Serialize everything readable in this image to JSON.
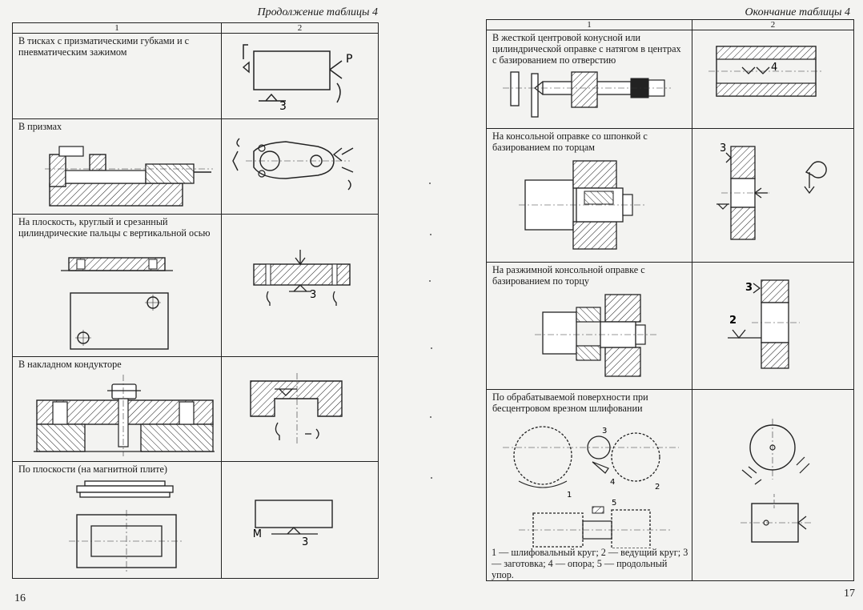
{
  "left_page": {
    "caption": "Продолжение таблицы 4",
    "columns": [
      "1",
      "2"
    ],
    "rows": [
      {
        "text": "В тисках с призматическими губками и с пневматическим зажимом",
        "labels": [
          "P",
          "3"
        ]
      },
      {
        "text": "В призмах",
        "labels": []
      },
      {
        "text": "На плоскость, круглый и срезанный цилиндрические пальцы с вертикальной осью",
        "labels": [
          "3"
        ]
      },
      {
        "text": "В накладном кондукторе",
        "labels": []
      },
      {
        "text": "По плоскости (на магнитной плите)",
        "labels": [
          "M",
          "3"
        ]
      }
    ],
    "page_number": "16"
  },
  "right_page": {
    "caption": "Окончание таблицы 4",
    "columns": [
      "1",
      "2"
    ],
    "rows": [
      {
        "text": "В жесткой центровой конусной или цилиндрической оправке с натягом в центрах с базированием по отверстию",
        "labels": [
          "4"
        ]
      },
      {
        "text": "На консольной оправке со шпонкой с базированием по торцам",
        "labels": [
          "3"
        ]
      },
      {
        "text": "На разжимной консольной оправке с базированием по торцу",
        "labels": [
          "3",
          "2"
        ]
      },
      {
        "text": "По обрабатываемой поверхности при бесцентровом врезном шлифовании",
        "labels": [
          "1",
          "2",
          "3",
          "4",
          "5"
        ]
      }
    ],
    "legend": "1 — шлифовальный круг; 2 — ведущий круг; 3 — заготовка; 4 — опора; 5 — продольный упор.",
    "page_number": "17"
  }
}
